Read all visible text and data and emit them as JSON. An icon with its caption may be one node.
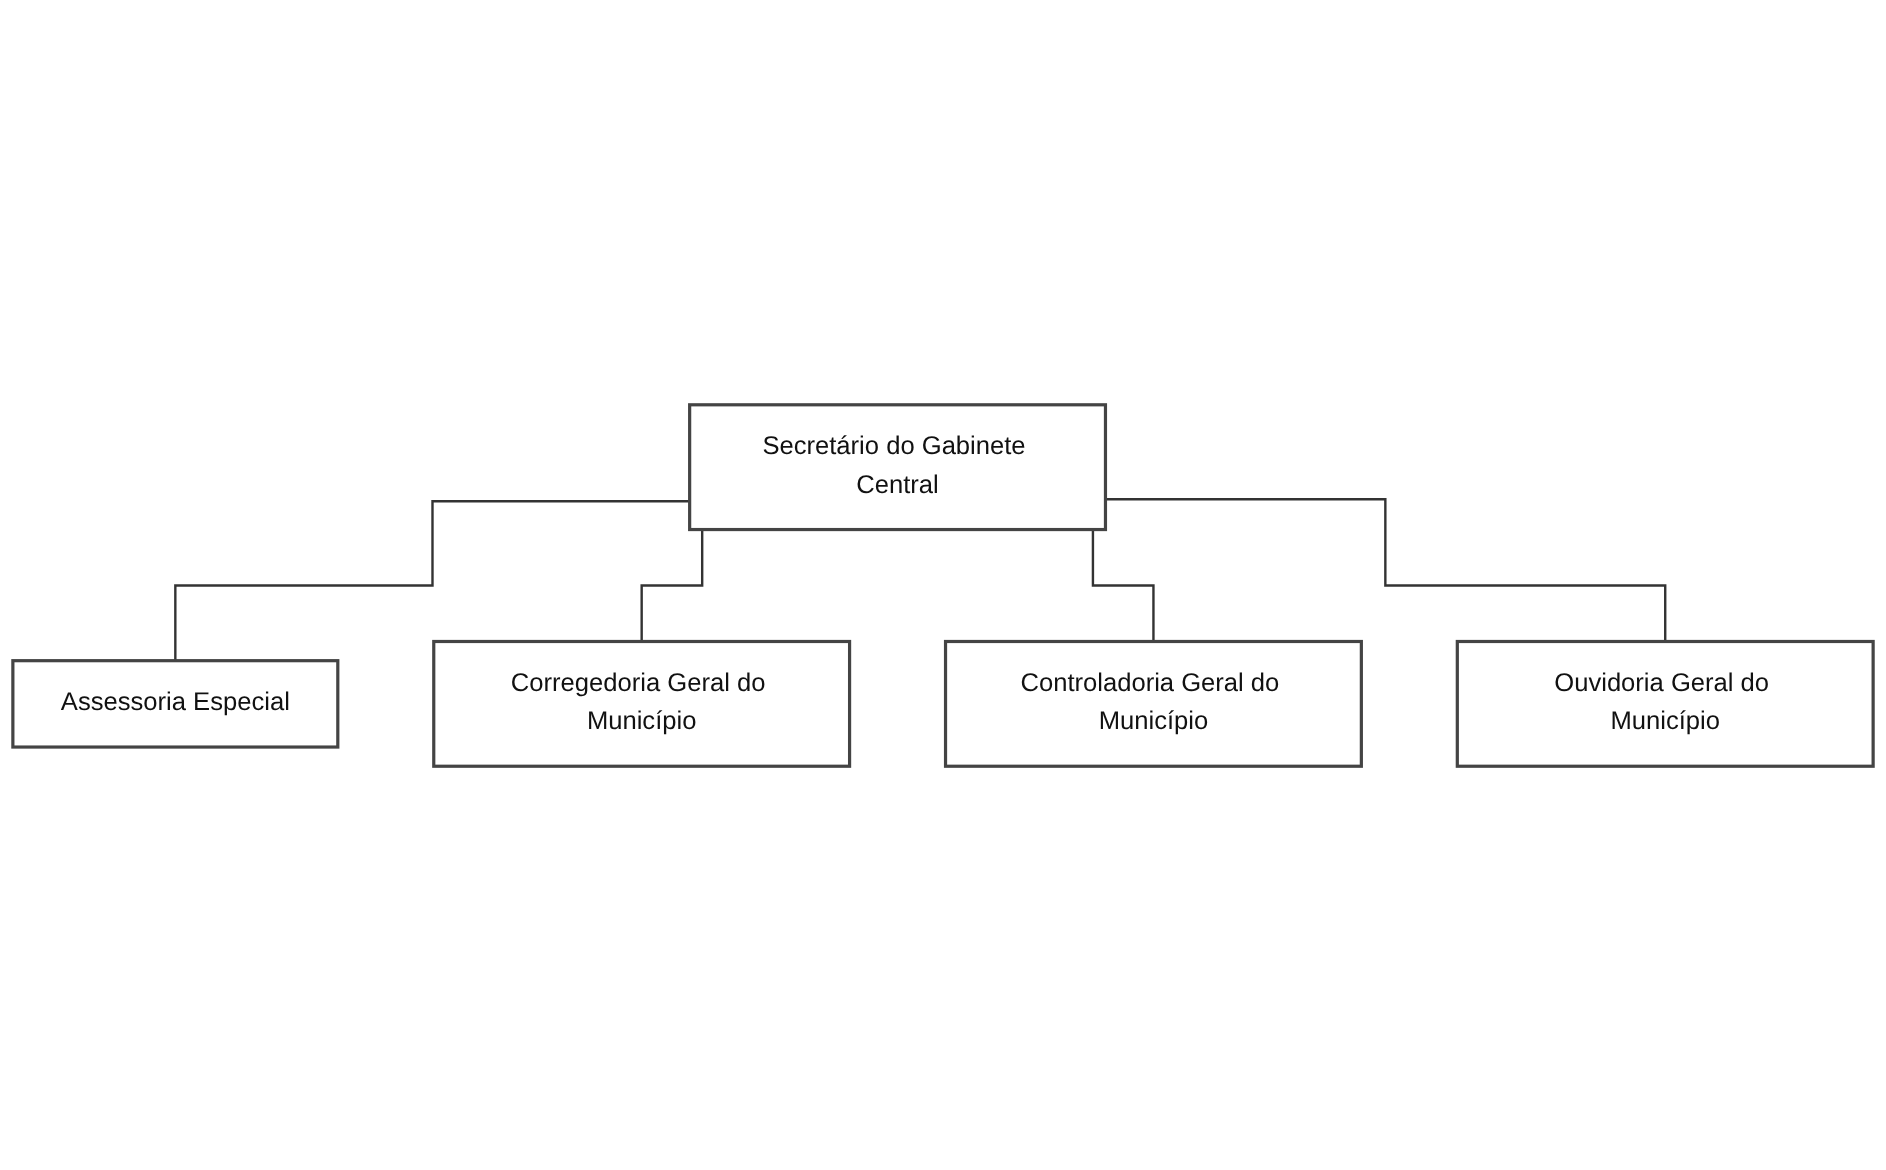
{
  "diagram": {
    "nodes": [
      {
        "text": [
          "Secretário do Gabinete Central"
        ]
      },
      {
        "text": [
          "Assessoria Especial"
        ]
      },
      {
        "text": [
          "Corregedoria Geral do Município"
        ]
      },
      {
        "text": [
          "Controladoria Geral do Município"
        ]
      },
      {
        "text": [
          "Ouvidoria Geral do Município"
        ]
      }
    ],
    "edges": [
      {
        "from": 0,
        "to": 1,
        "arrow": "none"
      },
      {
        "from": 0,
        "to": 2,
        "arrow": "none"
      },
      {
        "from": 0,
        "to": 3,
        "arrow": "none"
      },
      {
        "from": 0,
        "to": 4,
        "arrow": "none"
      }
    ]
  }
}
